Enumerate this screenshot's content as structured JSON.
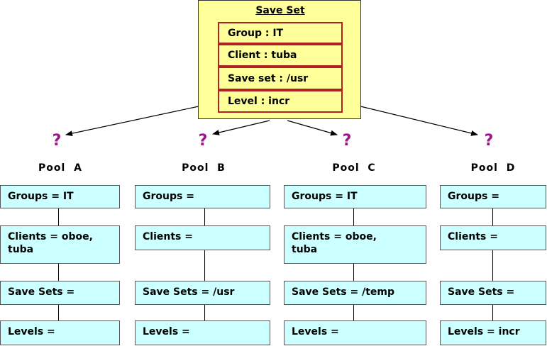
{
  "save_set": {
    "title": "Save Set",
    "fields": [
      "Group : IT",
      "Client : tuba",
      "Save set : /usr",
      "Level : incr"
    ]
  },
  "pools": [
    {
      "question": "?",
      "name": "Pool  A",
      "fields": [
        "Groups = IT",
        "Clients = oboe,\ntuba",
        "Save Sets =",
        "Levels ="
      ]
    },
    {
      "question": "?",
      "name": "Pool  B",
      "fields": [
        "Groups =",
        "Clients =",
        "Save Sets = /usr",
        "Levels ="
      ]
    },
    {
      "question": "?",
      "name": "Pool  C",
      "fields": [
        "Groups = IT",
        "Clients = oboe,\ntuba",
        "Save Sets = /temp",
        "Levels ="
      ]
    },
    {
      "question": "?",
      "name": "Pool  D",
      "fields": [
        "Groups =",
        "Clients =",
        "Save Sets =",
        "Levels = incr"
      ]
    }
  ],
  "colors": {
    "save_set_fill": "#ffff99",
    "save_set_field_border": "#b22222",
    "pool_field_fill": "#ccffff",
    "question_mark": "#a0168a"
  }
}
